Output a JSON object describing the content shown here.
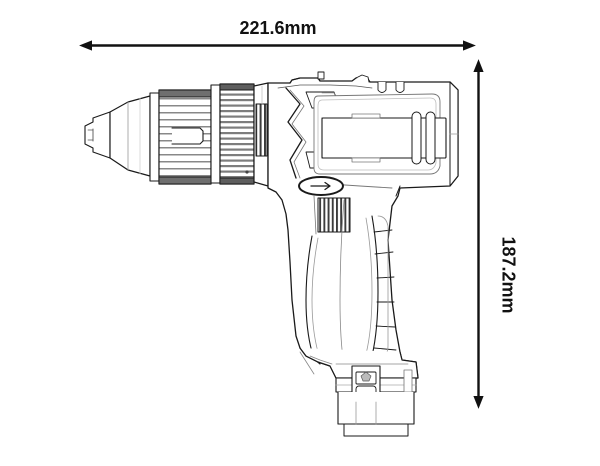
{
  "drawing": {
    "title": "Cordless drill dimension drawing",
    "subject": "cordless-drill",
    "view": "side-elevation",
    "background_color": "#ffffff",
    "line_color": "#1a1a1a",
    "hatch_color": "#555555",
    "dimensions": {
      "width": {
        "label": "221.6mm",
        "value": 221.6,
        "unit": "mm",
        "orientation": "horizontal",
        "arrow_style": "double-headed"
      },
      "height": {
        "label": "187.2mm",
        "value": 187.2,
        "unit": "mm",
        "orientation": "vertical",
        "arrow_style": "double-headed"
      }
    },
    "parts": [
      "chuck-tip",
      "keyless-chuck",
      "clutch-collar",
      "gear-housing",
      "motor-housing",
      "vent-slots",
      "direction-switch",
      "trigger",
      "handle-grip",
      "battery-mount"
    ]
  }
}
